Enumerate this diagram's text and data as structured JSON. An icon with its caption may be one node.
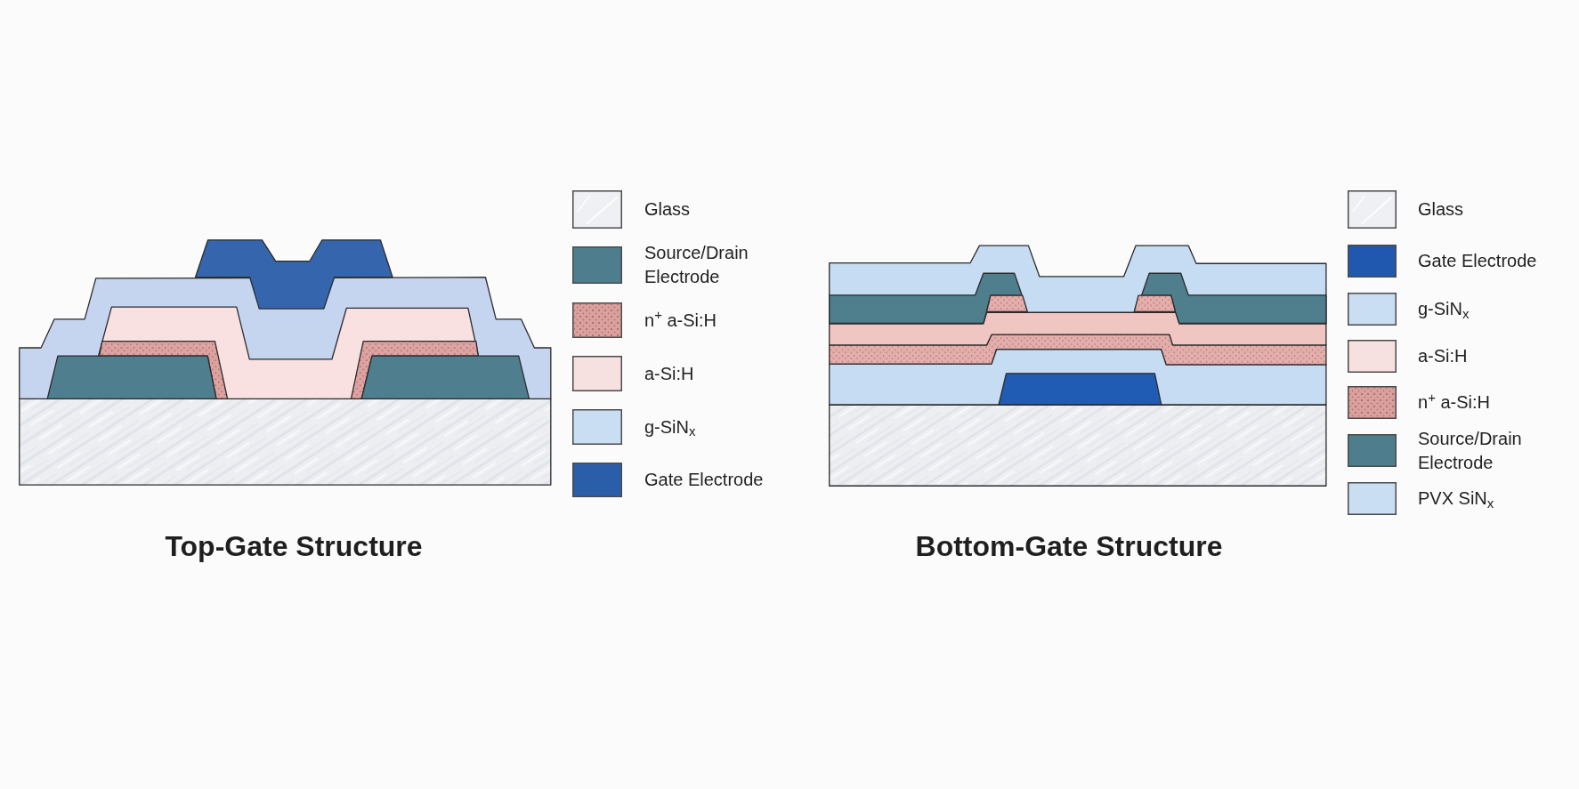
{
  "diagram": {
    "labels": [
      "Top-Gate Structure",
      "Bottom-Gate Structure"
    ],
    "legend": [
      {
        "text": "Glass",
        "color": "#eef0f4"
      },
      {
        "text": "Source/Drain Electrode",
        "color": "#4e7e8e"
      },
      {
        "text": "n$^{+}$ a-Si:H",
        "color": "#d9a09e"
      },
      {
        "text": "a-Si:H",
        "color": "#f7e0e0"
      },
      {
        "text": "g-SiN$_{x}$",
        "color": "#c9def3"
      },
      {
        "text": "Gate Electrode",
        "color": "#2a5ea9"
      },
      {
        "text": "Glass",
        "color": "#eef0f4"
      },
      {
        "text": "Gate Electrode",
        "color": "#1f58ae"
      },
      {
        "text": "g-SiN$_{x}$",
        "color": "#c9def3"
      },
      {
        "text": "a-Si:H",
        "color": "#f7e0e0"
      },
      {
        "text": "n$^{+}$ a-Si:H",
        "color": "#d9a09e"
      },
      {
        "text": "Source/Drain Electrode",
        "color": "#4e7e8e"
      },
      {
        "text": "PVX SiN$_{x}$",
        "color": "#c9def3"
      }
    ]
  }
}
